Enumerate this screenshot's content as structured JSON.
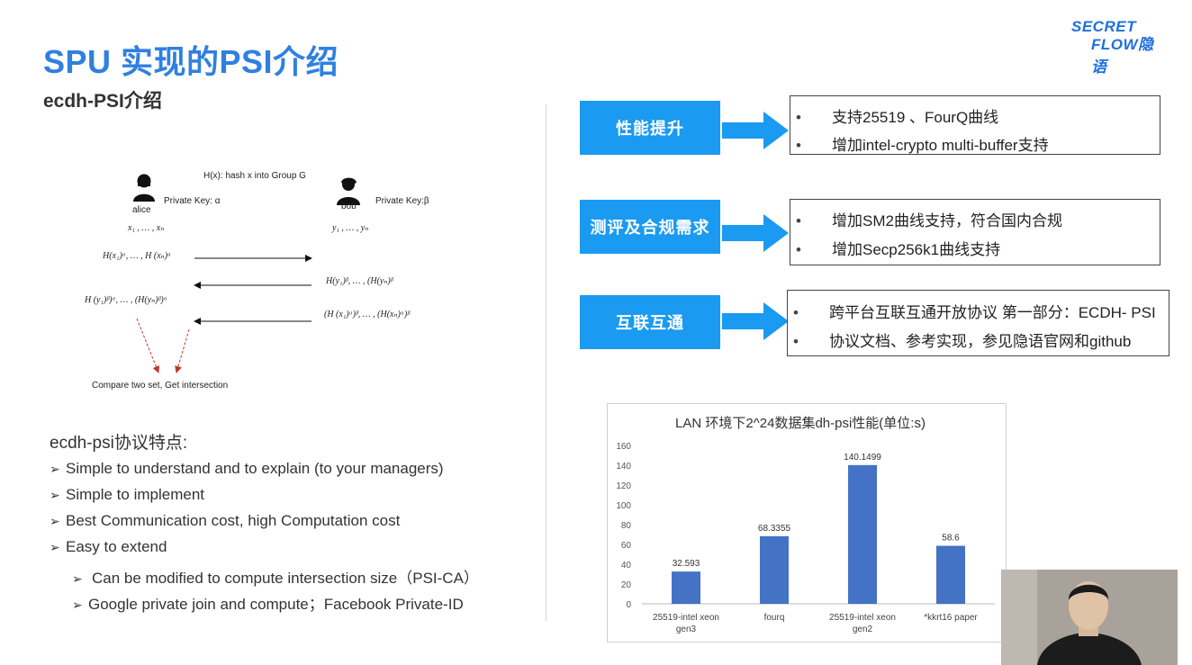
{
  "slide": {
    "title": "SPU 实现的PSI介绍",
    "subtitle": "ecdh-PSI介绍"
  },
  "logo": {
    "line1": "SECRET",
    "line2": "FLOW隐语"
  },
  "diagram": {
    "hash_def": "H(x):  hash x into Group G",
    "alice": "alice",
    "bob": "bob",
    "alice_key": "Private Key: α",
    "bob_key": "Private Key:β",
    "alice_set": "x₁ , … , xₙ",
    "bob_set": "y₁ , … , yₙ",
    "msg1": "H(x₁)ᵅ, … , H (xₙ)ᵅ",
    "msg2": "H(y₁)ᵝ, … , (H(yₙ)ᵝ",
    "msg3": "H (y₁)ᵝ)ᵅ, … , (H(yₙ)ᵝ)ᵅ",
    "msg4": "(H (x₁)ᵅ)ᵝ, … , (H(xₙ)ᵅ)ᵝ",
    "compare": "Compare two set, Get intersection"
  },
  "features": {
    "title": "ecdh-psi协议特点:",
    "items": [
      "Simple to understand and to explain (to your managers)",
      "Simple to implement",
      "Best Communication cost, high Computation cost",
      "Easy to extend"
    ],
    "subitems": [
      "Can be modified to compute intersection size（PSI-CA）",
      "Google private join and compute；Facebook Private-ID"
    ]
  },
  "rows": [
    {
      "label": "性能提升",
      "bullets": [
        "支持25519 、FourQ曲线",
        "增加intel-crypto multi-buffer支持"
      ]
    },
    {
      "label": "测评及合规需求",
      "bullets": [
        "增加SM2曲线支持，符合国内合规",
        "增加Secp256k1曲线支持"
      ]
    },
    {
      "label": "互联互通",
      "bullets": [
        "跨平台互联互通开放协议 第一部分：ECDH- PSI",
        "协议文档、参考实现，参见隐语官网和github"
      ]
    }
  ],
  "bullet_symbol": "•",
  "arrow_symbol": "➢",
  "colors": {
    "title_blue": "#2f80e0",
    "box_blue": "#1a9af0",
    "bar_blue": "#4472c4"
  },
  "chart_data": {
    "type": "bar",
    "title": "LAN 环境下2^24数据集dh-psi性能(单位:s)",
    "categories": [
      "25519-intel xeon gen3",
      "fourq",
      "25519-intel xeon gen2",
      "*kkrt16 paper"
    ],
    "category_lines": [
      [
        "25519-intel xeon",
        "gen3"
      ],
      [
        "fourq"
      ],
      [
        "25519-intel xeon",
        "gen2"
      ],
      [
        "*kkrt16 paper"
      ]
    ],
    "values": [
      32.593,
      68.3355,
      140.1499,
      58.6
    ],
    "value_labels": [
      "32.593",
      "68.3355",
      "140.1499",
      "58.6"
    ],
    "ylim": [
      0,
      160
    ],
    "yticks": [
      0,
      20,
      40,
      60,
      80,
      100,
      120,
      140,
      160
    ],
    "grid": false,
    "legend": "none"
  }
}
